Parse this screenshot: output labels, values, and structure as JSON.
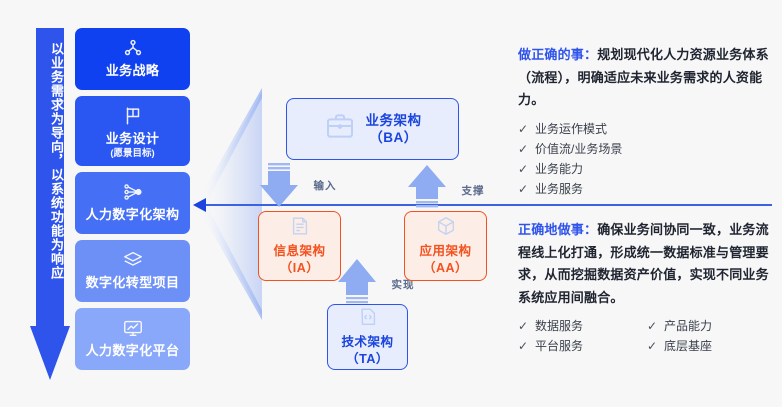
{
  "colors": {
    "brand_blue": "#2f54eb",
    "deep_blue": "#1041f0",
    "orange": "#f4511e",
    "panel_blue_fill": "#e7edfd",
    "panel_orange_fill": "#fceee7",
    "background": "#f7f7f7"
  },
  "left_arrow": {
    "text": "以业务需求为导向，以系统功能为响应"
  },
  "cards": [
    {
      "label": "业务战略",
      "sub": "",
      "icon": "strategy-network-icon"
    },
    {
      "label": "业务设计",
      "sub": "(愿景目标)",
      "icon": "flag-design-icon"
    },
    {
      "label": "人力数字化架构",
      "sub": "",
      "icon": "branch-architecture-icon"
    },
    {
      "label": "数字化转型项目",
      "sub": "",
      "icon": "layers-stack-icon"
    },
    {
      "label": "人力数字化平台",
      "sub": "",
      "icon": "monitor-chart-icon"
    }
  ],
  "architecture": {
    "ba": {
      "label": "业务架构",
      "code": "（BA）",
      "icon": "briefcase-icon"
    },
    "ia": {
      "label": "信息架构",
      "code": "（IA）",
      "icon": "document-icon"
    },
    "aa": {
      "label": "应用架构",
      "code": "（AA）",
      "icon": "cube-icon"
    },
    "ta": {
      "label": "技术架构",
      "code": "（TA）",
      "icon": "code-file-icon"
    }
  },
  "flow_arrows": {
    "input": "输入",
    "support": "支撑",
    "realize": "实现"
  },
  "panels": {
    "top": {
      "lead": "做正确的事：",
      "body": "规划现代化人力资源业务体系（流程），明确适应未来业务需求的人资能力。",
      "items": [
        "业务运作模式",
        "价值流/业务场景",
        "业务能力",
        "业务服务"
      ],
      "check_glyph": "✓"
    },
    "bottom": {
      "lead": "正确地做事：",
      "body": "确保业务间协同一致，业务流程线上化打通，形成统一数据标准与管理要求，从而挖掘数据资产价值，实现不同业务系统应用间融合。",
      "items": [
        "数据服务",
        "产品能力",
        "平台服务",
        "底层基座"
      ],
      "check_glyph": "✓"
    }
  }
}
